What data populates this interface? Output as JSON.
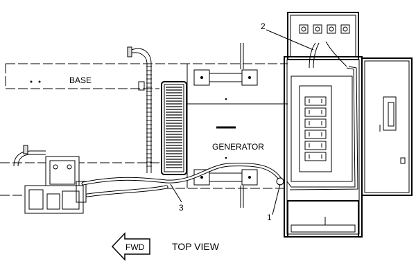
{
  "labels": {
    "base": "BASE",
    "generator": "GENERATOR",
    "fwd": "FWD",
    "view": "TOP VIEW"
  },
  "callouts": [
    "1",
    "2",
    "3"
  ]
}
